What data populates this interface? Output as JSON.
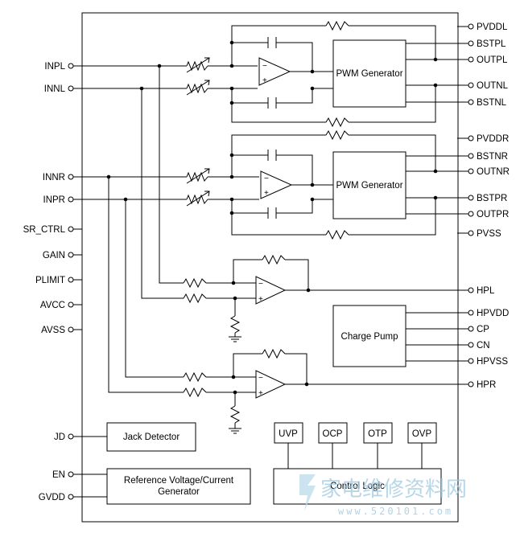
{
  "pins_left": [
    {
      "id": "inpl",
      "label": "INPL"
    },
    {
      "id": "innl",
      "label": "INNL"
    },
    {
      "id": "innr",
      "label": "INNR"
    },
    {
      "id": "inpr",
      "label": "INPR"
    },
    {
      "id": "sr_ctrl",
      "label": "SR_CTRL"
    },
    {
      "id": "gain",
      "label": "GAIN"
    },
    {
      "id": "plimit",
      "label": "PLIMIT"
    },
    {
      "id": "avcc",
      "label": "AVCC"
    },
    {
      "id": "avss",
      "label": "AVSS"
    },
    {
      "id": "jd",
      "label": "JD"
    },
    {
      "id": "en",
      "label": "EN"
    },
    {
      "id": "gvdd",
      "label": "GVDD"
    }
  ],
  "pins_right": [
    {
      "id": "pvddl",
      "label": "PVDDL"
    },
    {
      "id": "bstpl",
      "label": "BSTPL"
    },
    {
      "id": "outpl",
      "label": "OUTPL"
    },
    {
      "id": "outnl",
      "label": "OUTNL"
    },
    {
      "id": "bstnl",
      "label": "BSTNL"
    },
    {
      "id": "pvddr",
      "label": "PVDDR"
    },
    {
      "id": "bstnr",
      "label": "BSTNR"
    },
    {
      "id": "outnr",
      "label": "OUTNR"
    },
    {
      "id": "bstpr",
      "label": "BSTPR"
    },
    {
      "id": "outpr",
      "label": "OUTPR"
    },
    {
      "id": "pvss",
      "label": "PVSS"
    },
    {
      "id": "hpl",
      "label": "HPL"
    },
    {
      "id": "hpvdd",
      "label": "HPVDD"
    },
    {
      "id": "cp",
      "label": "CP"
    },
    {
      "id": "cn",
      "label": "CN"
    },
    {
      "id": "hpvss",
      "label": "HPVSS"
    },
    {
      "id": "hpr",
      "label": "HPR"
    }
  ],
  "blocks": {
    "pwm_left": "PWM Generator",
    "pwm_right": "PWM Generator",
    "charge_pump": "Charge Pump",
    "jack_detector": "Jack Detector",
    "ref_line1": "Reference Voltage/Current",
    "ref_line2": "Generator",
    "control_logic": "Control Logic",
    "uvp": "UVP",
    "ocp": "OCP",
    "otp": "OTP",
    "ovp": "OVP"
  },
  "opamp_signs": {
    "minus": "−",
    "plus": "+"
  },
  "watermark": {
    "text": "家电维修资料网",
    "url": "www.520101.com"
  },
  "colors": {
    "line": "#000000",
    "watermark": "#9fc9df"
  }
}
